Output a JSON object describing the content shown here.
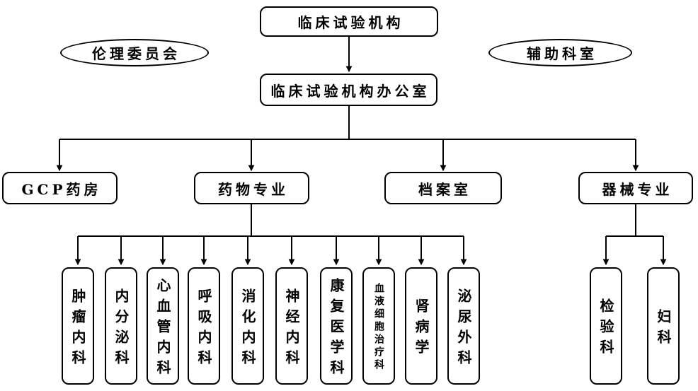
{
  "colors": {
    "background": "#ffffff",
    "line": "#000000",
    "text": "#000000",
    "box_border": "#000000"
  },
  "diagram": {
    "root": "临床试验机构",
    "office": "临床试验机构办公室",
    "side_left": "伦理委员会",
    "side_right": "辅助科室",
    "level3": [
      "GCP药房",
      "药物专业",
      "档案室",
      "器械专业"
    ],
    "drug_departments": [
      "肿瘤内科",
      "内分泌科",
      "心血管内科",
      "呼吸内科",
      "消化内科",
      "神经内科",
      "康复医学科",
      "血液细胞治疗科",
      "肾病学",
      "泌尿外科"
    ],
    "device_departments": [
      "检验科",
      "妇科"
    ]
  }
}
